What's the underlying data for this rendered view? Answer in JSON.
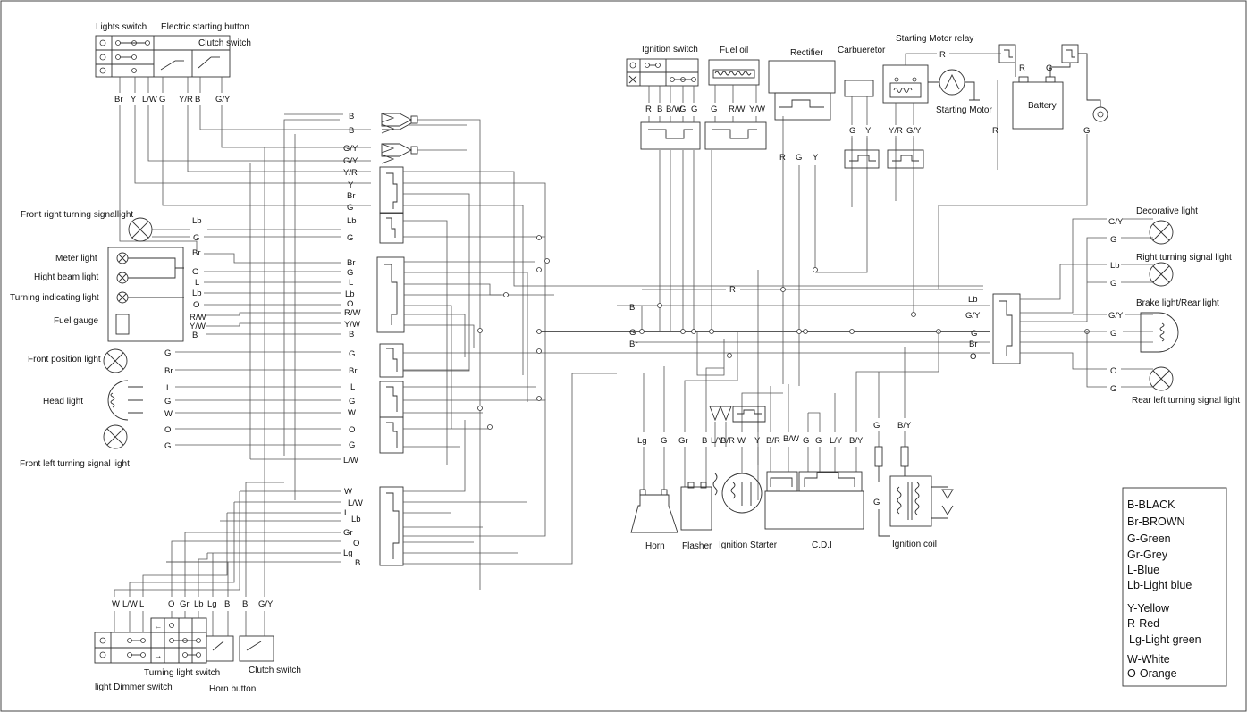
{
  "components": {
    "lights_switch": "Lights switch",
    "electric_starting_button": "Electric starting button",
    "clutch_switch_top": "Clutch switch",
    "ignition_switch": "Ignition switch",
    "fuel_oil": "Fuel oil",
    "rectifier": "Rectifier",
    "carburetor": "Carbueretor",
    "starting_motor_relay": "Starting Motor relay",
    "starting_motor": "Starting Motor",
    "battery": "Battery",
    "front_right_turning_signal": "Front right turning signallight",
    "meter_light": "Meter light",
    "high_beam_light": "Hight beam light",
    "turning_indicating_light": "Turning indicating light",
    "fuel_gauge": "Fuel gauge",
    "front_position_light": "Front position light",
    "head_light": "Head light",
    "front_left_turning_signal": "Front left turning signal light",
    "decorative_light": "Decorative light",
    "right_turning_signal": "Right turning signal light",
    "brake_rear_light": "Brake light/Rear light",
    "rear_left_turning_signal": "Rear left turning signal light",
    "horn": "Horn",
    "flasher": "Flasher",
    "ignition_starter": "Ignition Starter",
    "cdi": "C.D.I",
    "ignition_coil": "Ignition coil",
    "turning_light_switch": "Turning light switch",
    "light_dimmer_switch": "light Dimmer switch",
    "horn_button": "Horn button",
    "clutch_switch_bottom": "Clutch switch"
  },
  "wires": {
    "top_left": [
      "Br",
      "Y",
      "L/W",
      "G",
      "Y/R",
      "B",
      "G/Y"
    ],
    "bottom_left": [
      "W",
      "L/W",
      "L",
      "O",
      "Gr",
      "Lb",
      "Lg",
      "B",
      "B",
      "G/Y"
    ],
    "ignition": [
      "R",
      "B",
      "B/W",
      "G",
      "G"
    ],
    "fuel": [
      "G",
      "R/W",
      "Y/W"
    ],
    "rectifier": [
      "R",
      "G",
      "Y"
    ],
    "carb": [
      "G",
      "Y"
    ],
    "relay": [
      "Y/R",
      "G/Y"
    ],
    "relay_r": "R",
    "battery": [
      "R",
      "G"
    ],
    "battery_ground": "G",
    "left_front": [
      "Lb",
      "G",
      "Br",
      "G",
      "L",
      "Lb",
      "O",
      "R/W",
      "Y/W",
      "B",
      "G",
      "Br",
      "L",
      "G",
      "W",
      "O",
      "G"
    ],
    "connectors_top": [
      "B",
      "B",
      "G/Y",
      "G/Y",
      "Y/R",
      "Y",
      "Br",
      "G",
      "Lb",
      "G",
      "Br",
      "G",
      "L",
      "Lb",
      "O",
      "R/W",
      "Y/W",
      "B",
      "G",
      "Br",
      "L",
      "G",
      "W",
      "O",
      "G",
      "L/W"
    ],
    "connectors_bottom": [
      "W",
      "L/W",
      "L",
      "Lb",
      "Gr",
      "O",
      "Lg",
      "B"
    ],
    "center_bus": [
      "R",
      "B",
      "G",
      "Br"
    ],
    "rear_in": [
      "Lb",
      "G/Y",
      "G",
      "Br",
      "O"
    ],
    "rear_out": [
      "G/Y",
      "G",
      "Lb",
      "G",
      "G/Y",
      "G",
      "O",
      "G"
    ],
    "bottom_components": [
      "Lg",
      "G",
      "Gr",
      "B",
      "L/Y",
      "B/R",
      "W",
      "Y",
      "B/R",
      "B/W",
      "G",
      "G",
      "L/Y",
      "B/Y"
    ],
    "coil": [
      "G",
      "B/Y",
      "G"
    ]
  },
  "legend": [
    "B-BLACK",
    "Br-BROWN",
    "G-Green",
    "Gr-Grey",
    "L-Blue",
    "Lb-Light blue",
    "Y-Yellow",
    "R-Red",
    "Lg-Light green",
    "W-White",
    "O-Orange"
  ]
}
